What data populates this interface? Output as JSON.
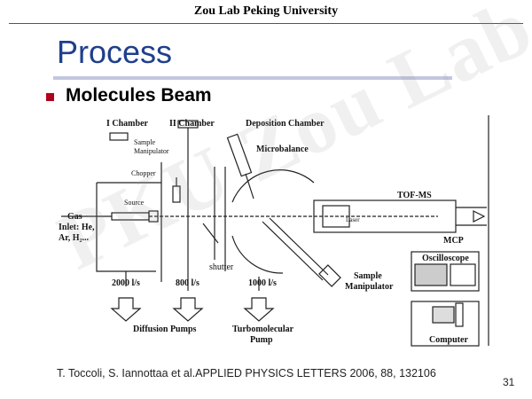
{
  "header": {
    "title": "Zou Lab Peking University"
  },
  "slide": {
    "title": "Process",
    "bullet": "Molecules Beam",
    "citation": "T. Toccoli, S. Iannottaa et al.APPLIED PHYSICS LETTERS 2006, 88, 132106",
    "page_number": "31",
    "watermark": "PKU Zou Lab"
  },
  "diagram": {
    "labels": {
      "chamber_1": "I Chamber",
      "chamber_2": "II Chamber",
      "deposition_chamber": "Deposition Chamber",
      "sample_manipulator_top_1": "Sample",
      "sample_manipulator_top_2": "Manipulator",
      "chopper": "Chopper",
      "source": "Source",
      "microbalance": "Microbalance",
      "gas_1": "Gas",
      "gas_2": "Inlet: He,",
      "gas_3": "Ar, H₂...",
      "laser": "Laser",
      "tof_ms": "TOF-MS",
      "mcp": "MCP",
      "shutter": "shutter",
      "sample_manipulator_bottom_1": "Sample",
      "sample_manipulator_bottom_2": "Manipulator",
      "oscilloscope": "Oscilloscope",
      "computer": "Computer",
      "pump_speed_1": "2000 l/s",
      "pump_speed_2": "800 l/s",
      "pump_speed_3": "1000 l/s",
      "diffusion_pumps": "Diffusion Pumps",
      "turbo_pump_1": "Turbomolecular",
      "turbo_pump_2": "Pump"
    }
  }
}
